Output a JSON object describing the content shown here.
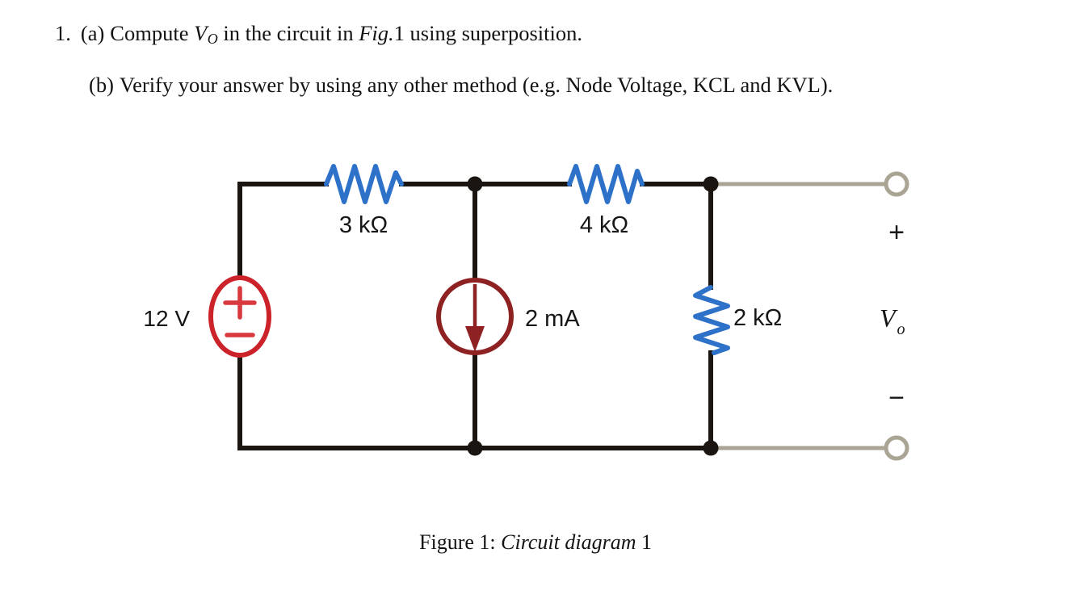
{
  "problem": {
    "item_number": "1.",
    "part_a": {
      "label": "(a)",
      "text_before_var": "Compute",
      "variable": "V",
      "variable_subscript": "O",
      "text_middle": "in the circuit in",
      "figure_reference": "Fig.",
      "figure_number": "1",
      "text_after": "using superposition."
    },
    "part_b": {
      "label": "(b)",
      "text": "Verify your answer by using any other method (e.g. Node Voltage, KCL and KVL)."
    }
  },
  "caption": {
    "prefix": "Figure 1:",
    "title": "Circuit diagram",
    "suffix": "1"
  },
  "circuit": {
    "voltage_source": {
      "label": "12 V",
      "plus_sign": "+",
      "minus_sign": "−",
      "color": "#CC2229"
    },
    "current_source": {
      "label": "2 mA",
      "color": "#8E2222",
      "direction": "down"
    },
    "resistors": [
      {
        "name": "r-top-left",
        "label": "3 kΩ",
        "orientation": "horizontal",
        "color": "#2E71C9"
      },
      {
        "name": "r-top-right",
        "label": "4 kΩ",
        "orientation": "horizontal",
        "color": "#2E71C9"
      },
      {
        "name": "r-output",
        "label": "2 kΩ",
        "orientation": "vertical",
        "color": "#2E71C9"
      }
    ],
    "output": {
      "polarity_plus": "+",
      "polarity_minus": "−",
      "variable": "V",
      "variable_subscript": "o",
      "terminal_color": "#A9A494"
    },
    "wire_color": "#1A1510",
    "label_color": "#161616"
  }
}
